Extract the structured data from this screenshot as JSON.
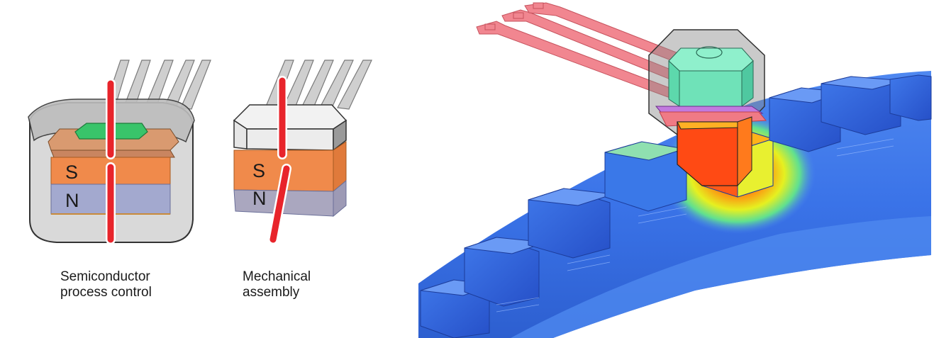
{
  "figure": {
    "left_panel": {
      "magnet_pole_top": "S",
      "magnet_pole_bottom": "N",
      "caption_line1": "Semiconductor",
      "caption_line2": "process control"
    },
    "middle_panel": {
      "magnet_pole_top": "S",
      "magnet_pole_bottom": "N",
      "caption_line1": "Mechanical",
      "caption_line2": "assembly"
    },
    "right_panel": {
      "subject": "sensor-above-gear-teeth-field-simulation"
    }
  },
  "colors": {
    "package_gray": "#dcdcdc",
    "package_outline": "#555555",
    "magnet_south": "#f08a4b",
    "magnet_north": "#a3a9cf",
    "die_green": "#39c46a",
    "axis_red": "#e8242b",
    "lead_pink": "#f07a85",
    "sensor_cube": "#6fe2b8",
    "gear_blue": "#2d5fd0",
    "field_hot": "#f02a10"
  }
}
